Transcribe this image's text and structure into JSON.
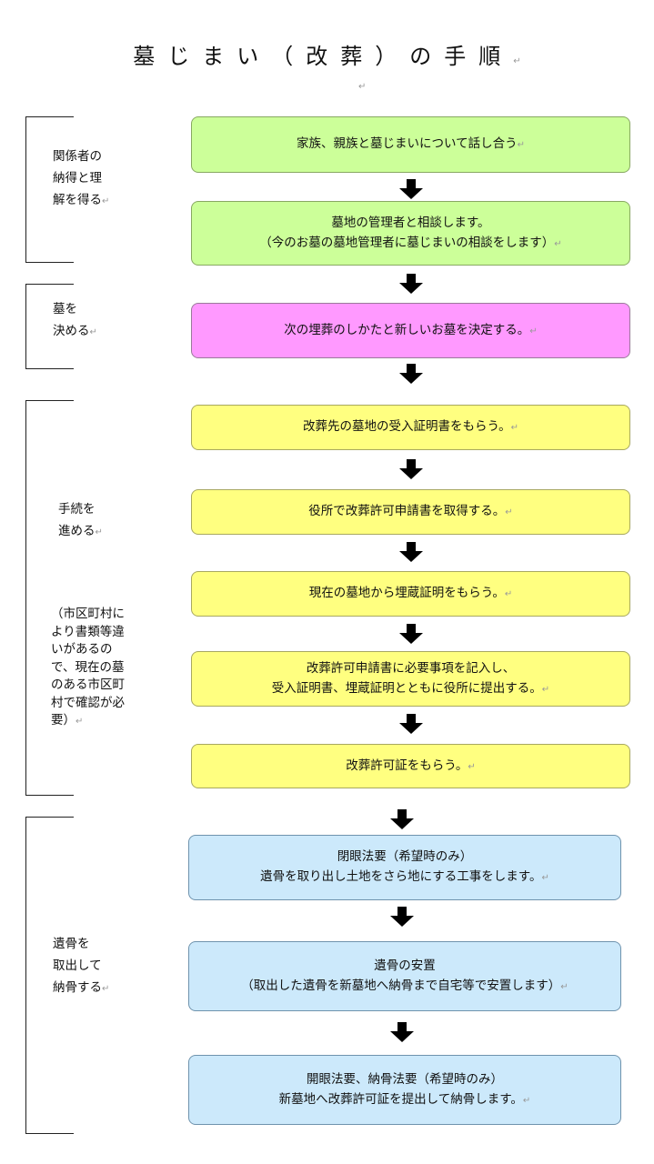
{
  "title": "墓じまい（改葬）の手順",
  "mark": "↵",
  "sections": [
    {
      "label": "関係者の\n納得と理\n解を得る"
    },
    {
      "label": "墓を\n決める"
    },
    {
      "label": "手続を\n進める",
      "note": "（市区町村に\nより書類等違\nいがあるの\nで、現在の墓\nのある市区町\n村で確認が必\n要）"
    },
    {
      "label": "遺骨を\n取出して\n納骨する"
    }
  ],
  "steps": [
    {
      "text": "家族、親族と墓じまいについて話し合う",
      "color": "#ccff99"
    },
    {
      "text": "墓地の管理者と相談します。\n（今のお墓の墓地管理者に墓じまいの相談をします）",
      "color": "#ccff99"
    },
    {
      "text": "次の埋葬のしかたと新しいお墓を決定する。",
      "color": "#ff99ff"
    },
    {
      "text": "改葬先の墓地の受入証明書をもらう。",
      "color": "#ffff80"
    },
    {
      "text": "役所で改葬許可申請書を取得する。",
      "color": "#ffff80"
    },
    {
      "text": "現在の墓地から埋蔵証明をもらう。",
      "color": "#ffff80"
    },
    {
      "text": "改葬許可申請書に必要事項を記入し、\n受入証明書、埋蔵証明とともに役所に提出する。",
      "color": "#ffff80"
    },
    {
      "text": "改葬許可証をもらう。",
      "color": "#ffff80"
    },
    {
      "text": "閉眼法要（希望時のみ）\n遺骨を取り出し土地をさら地にする工事をします。",
      "color": "#cce9fb"
    },
    {
      "text": "遺骨の安置\n（取出した遺骨を新墓地へ納骨まで自宅等で安置します）",
      "color": "#cce9fb"
    },
    {
      "text": "開眼法要、納骨法要（希望時のみ）\n新墓地へ改葬許可証を提出して納骨します。",
      "color": "#cce9fb"
    }
  ]
}
